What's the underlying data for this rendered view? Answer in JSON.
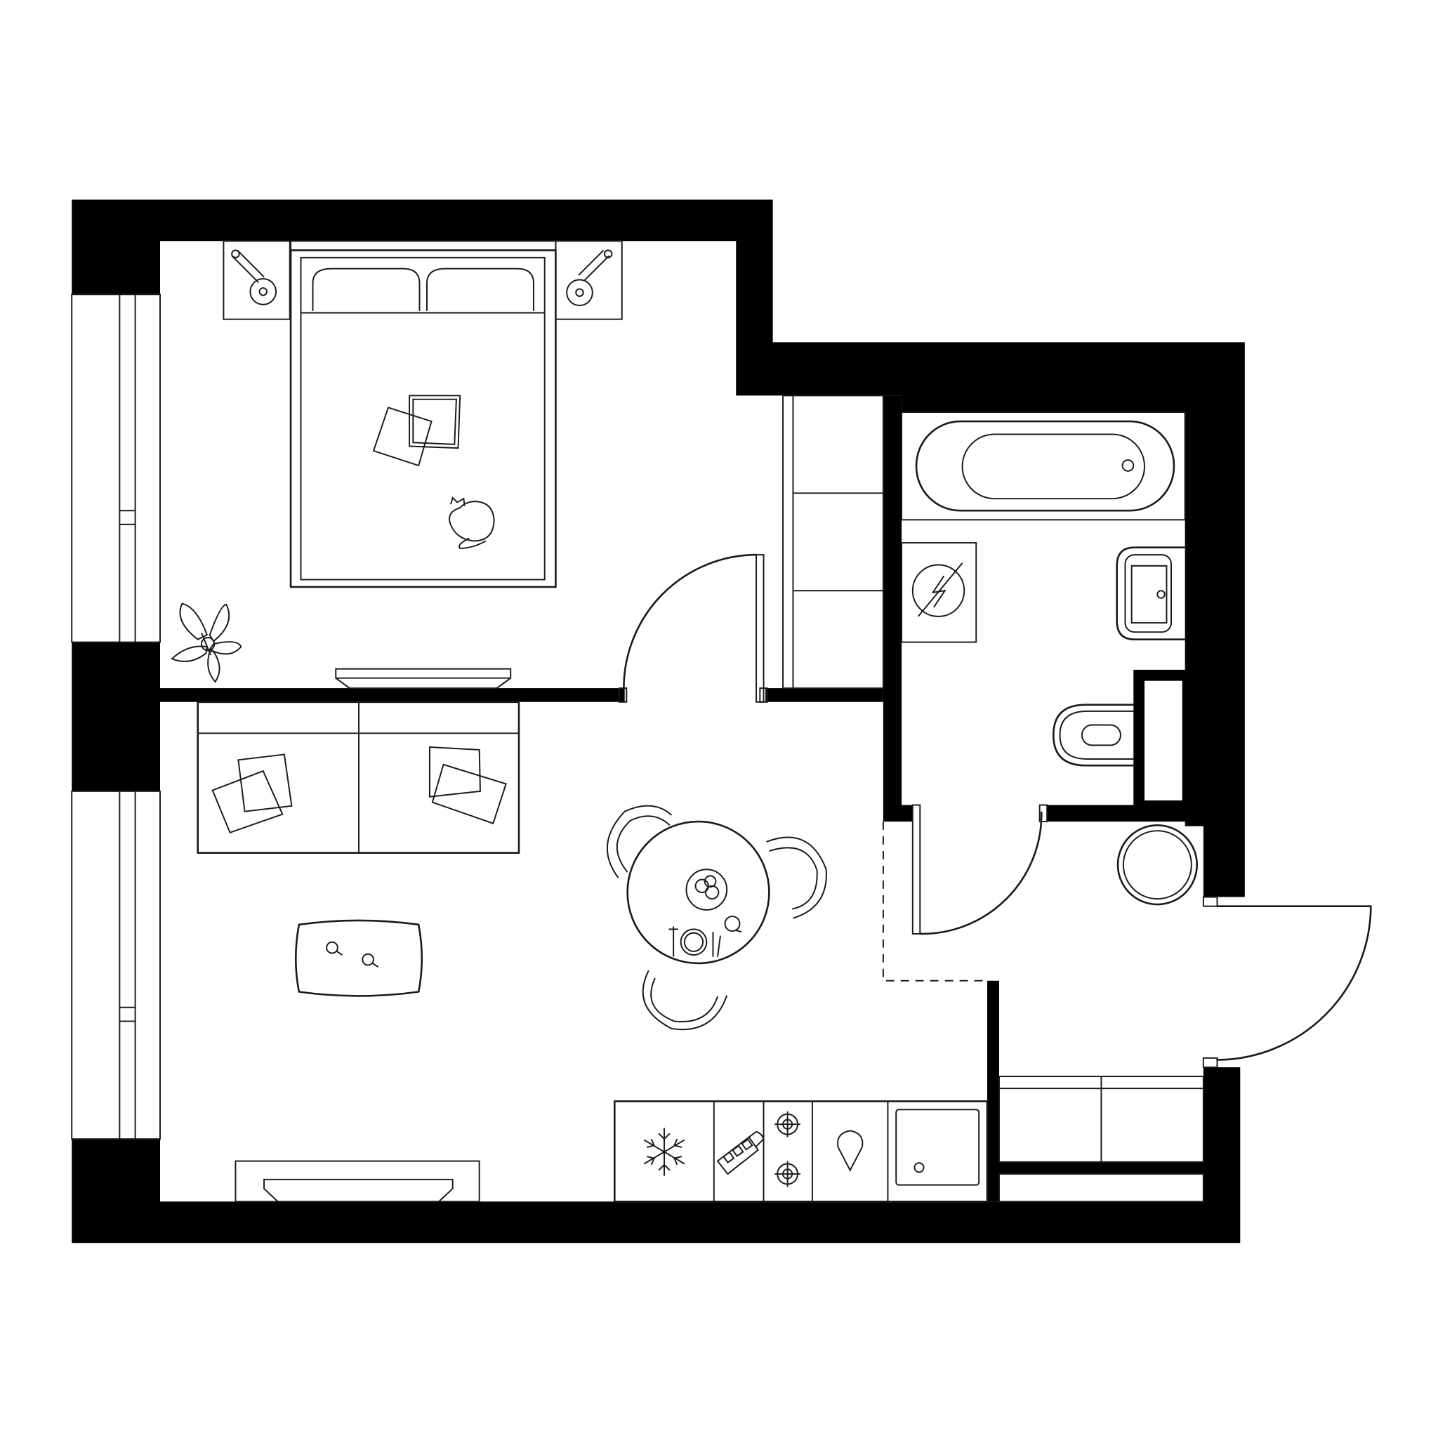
{
  "plan": {
    "wall_color": "#000000",
    "line_color": "#1a1a1a",
    "background": "#ffffff",
    "rooms": [
      "bedroom",
      "living-room",
      "kitchen",
      "bathroom",
      "hallway"
    ],
    "icons": [
      "snowflake-icon",
      "cutting-board-icon",
      "stove-burner-icon",
      "drop-icon",
      "cat-icon",
      "plant-icon"
    ]
  }
}
